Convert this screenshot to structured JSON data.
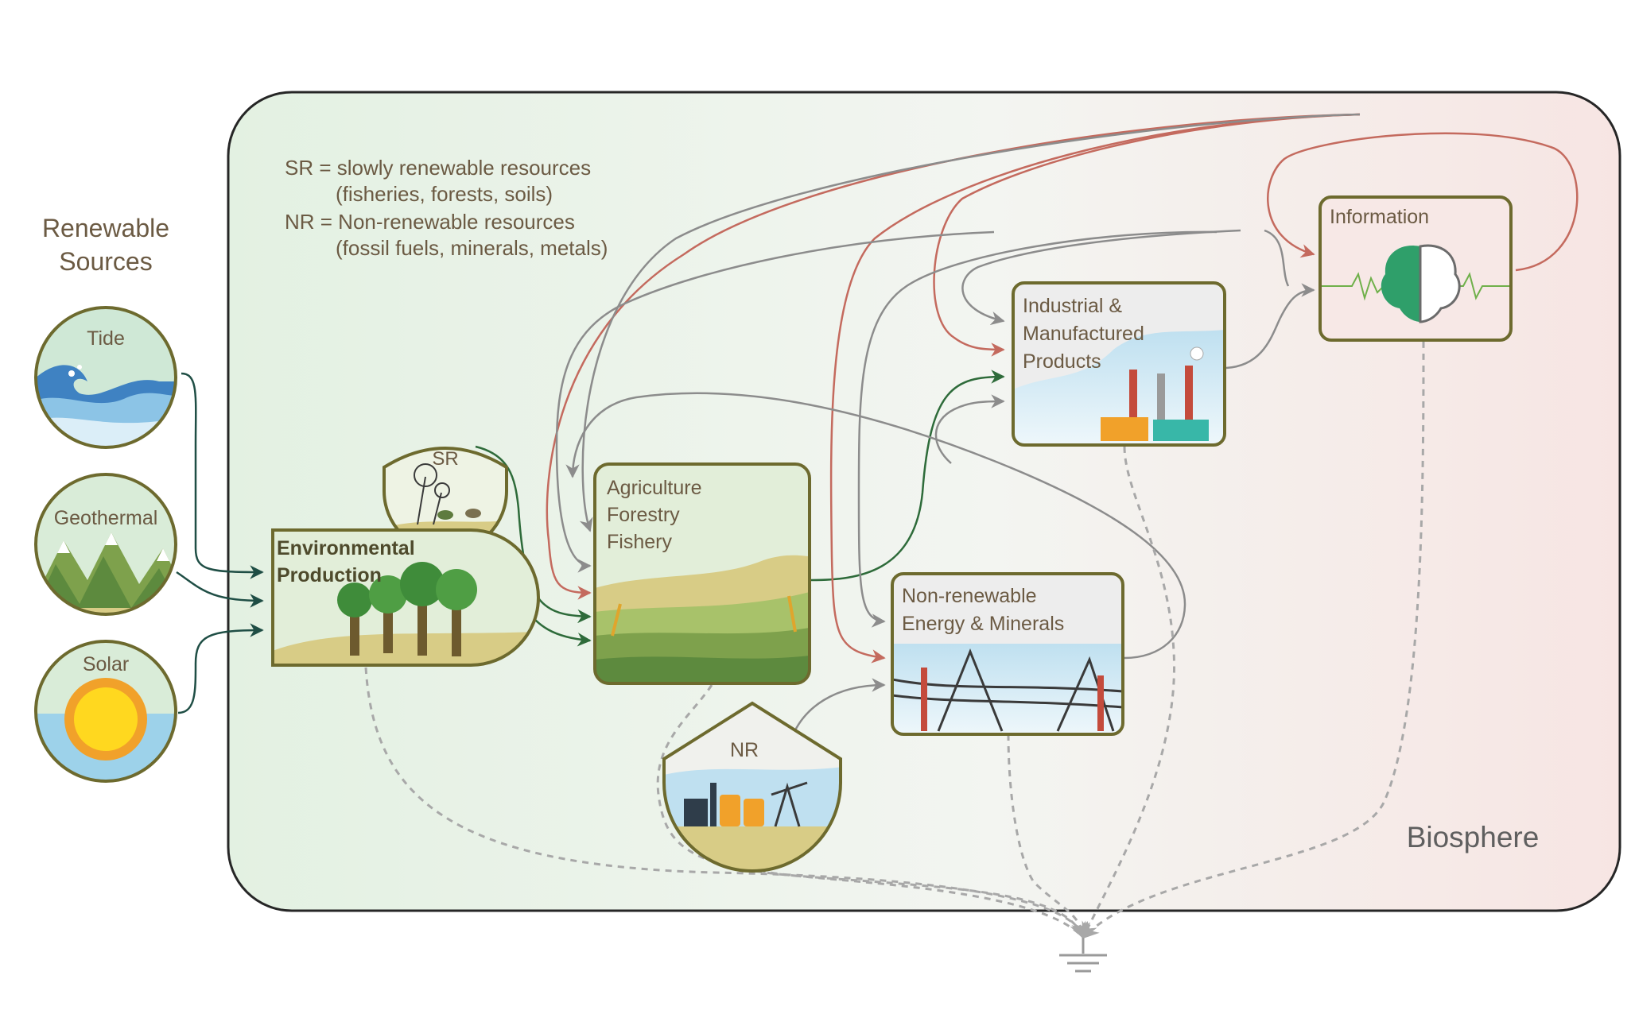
{
  "legend": {
    "sr_line": "SR = slowly renewable resources",
    "sr_detail": "(fisheries, forests, soils)",
    "nr_line": "NR = Non-renewable resources",
    "nr_detail": "(fossil fuels, minerals, metals)"
  },
  "renewable_sources": {
    "title_line1": "Renewable",
    "title_line2": "Sources",
    "tide": "Tide",
    "geothermal": "Geothermal",
    "solar": "Solar"
  },
  "nodes": {
    "sr": "SR",
    "nr": "NR",
    "environmental_line1": "Environmental",
    "environmental_line2": "Production",
    "agriculture_line1": "Agriculture",
    "agriculture_line2": "Forestry",
    "agriculture_line3": "Fishery",
    "industrial_line1": "Industrial &",
    "industrial_line2": "Manufactured",
    "industrial_line3": "Products",
    "nonrenewable_line1": "Non-renewable",
    "nonrenewable_line2": "Energy & Minerals",
    "information": "Information"
  },
  "biosphere_label": "Biosphere",
  "colors": {
    "renewable_flow": "#1f4e45",
    "sr_flow": "#2e6b3a",
    "information_flow": "#c46a5e",
    "material_flow": "#8c8c8c",
    "heat_sink_flow": "#a8a8a8",
    "box_border": "#6d6a2e",
    "label_text": "#6b5a43"
  }
}
